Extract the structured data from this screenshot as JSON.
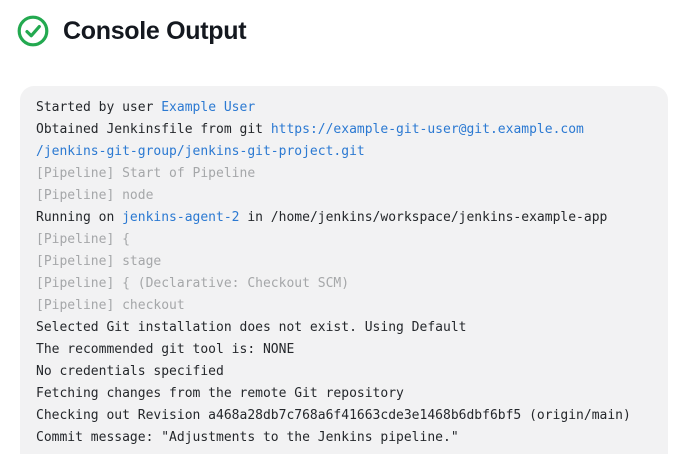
{
  "header": {
    "title": "Console Output",
    "status_icon": "check-circle-icon"
  },
  "colors": {
    "success_green": "#23a950",
    "link_blue": "#2b79d2",
    "muted_gray": "#a5a7a9",
    "text_dark": "#24272b",
    "console_background": "#f2f2f3",
    "title_color": "#14181f"
  },
  "console": {
    "lines": [
      [
        {
          "t": "Started by user ",
          "s": "plain"
        },
        {
          "t": "Example User",
          "s": "link"
        }
      ],
      [
        {
          "t": "Obtained Jenkinsfile from git ",
          "s": "plain"
        },
        {
          "t": "https://example-git-user@git.example.com",
          "s": "link"
        }
      ],
      [
        {
          "t": "/jenkins-git-group/jenkins-git-project.git",
          "s": "link"
        }
      ],
      [
        {
          "t": "[Pipeline] Start of Pipeline",
          "s": "muted"
        }
      ],
      [
        {
          "t": "[Pipeline] node",
          "s": "muted"
        }
      ],
      [
        {
          "t": "Running on ",
          "s": "plain"
        },
        {
          "t": "jenkins-agent-2",
          "s": "link"
        },
        {
          "t": " in /home/jenkins/workspace/jenkins-example-app",
          "s": "plain"
        }
      ],
      [
        {
          "t": "[Pipeline] {",
          "s": "muted"
        }
      ],
      [
        {
          "t": "[Pipeline] stage",
          "s": "muted"
        }
      ],
      [
        {
          "t": "[Pipeline] { (Declarative: Checkout SCM)",
          "s": "muted"
        }
      ],
      [
        {
          "t": "[Pipeline] checkout",
          "s": "muted"
        }
      ],
      [
        {
          "t": "Selected Git installation does not exist. Using Default",
          "s": "plain"
        }
      ],
      [
        {
          "t": "The recommended git tool is: NONE",
          "s": "plain"
        }
      ],
      [
        {
          "t": "No credentials specified",
          "s": "plain"
        }
      ],
      [
        {
          "t": "Fetching changes from the remote Git repository",
          "s": "plain"
        }
      ],
      [
        {
          "t": "Checking out Revision a468a28db7c768a6f41663cde3e1468b6dbf6bf5 (origin/main)",
          "s": "plain"
        }
      ],
      [
        {
          "t": "Commit message: \"Adjustments to the Jenkins pipeline.\"",
          "s": "plain"
        }
      ]
    ]
  }
}
